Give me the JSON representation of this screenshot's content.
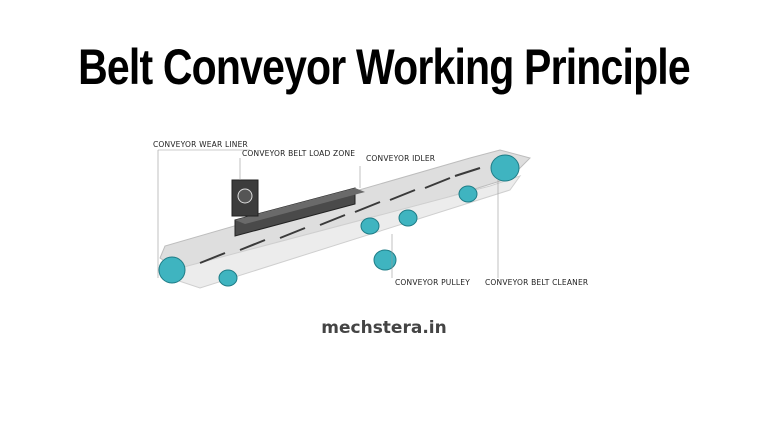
{
  "header": {
    "title": "Belt Conveyor Working Principle"
  },
  "diagram": {
    "labels": {
      "wear_liner": "CONVEYOR WEAR LINER",
      "load_zone": "CONVEYOR BELT LOAD ZONE",
      "idler": "CONVEYOR IDLER",
      "pulley": "CONVEYOR PULLEY",
      "cleaner": "CONVEYOR BELT CLEANER"
    },
    "colors": {
      "roller": "#3fb4c0",
      "belt": "#dcdcdc",
      "frame": "#3a3a3a"
    }
  },
  "footer": {
    "site": "mechstera.in"
  }
}
